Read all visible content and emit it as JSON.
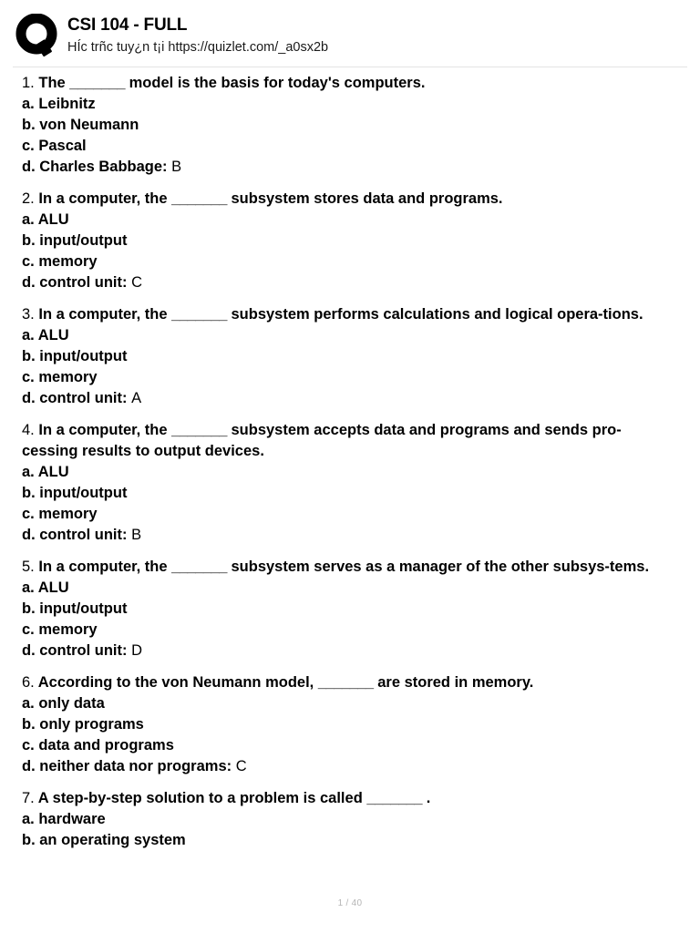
{
  "header": {
    "logo_icon": "quizlet-q-logo-icon",
    "title": "CSI 104 - FULL",
    "subtitle": "HÍc trñc tuy¿n t¡i https://quizlet.com/_a0sx2b"
  },
  "footer": {
    "page_label": "1 / 40"
  },
  "questions": [
    {
      "number": "1.",
      "prompt_before": "The",
      "blank": "_______",
      "prompt_after": "model is the basis for today's computers.",
      "options": [
        "a. Leibnitz",
        "b. von Neumann",
        "c. Pascal",
        "d. Charles Babbage:"
      ],
      "answer": "B"
    },
    {
      "number": "2.",
      "prompt_before": "In a computer, the",
      "blank": "_______",
      "prompt_after": "subsystem stores data and programs.",
      "options": [
        "a. ALU",
        "b. input/output",
        "c. memory",
        "d. control unit:"
      ],
      "answer": "C"
    },
    {
      "number": "3.",
      "prompt_before": "In a computer, the",
      "blank": "_______",
      "prompt_after": "subsystem performs calculations and logical opera-tions.",
      "options": [
        "a. ALU",
        "b. input/output",
        "c. memory",
        "d. control unit:"
      ],
      "answer": "A"
    },
    {
      "number": "4.",
      "prompt_before": "In a computer, the",
      "blank": "_______",
      "prompt_after": "subsystem accepts data and programs and sends pro-cessing results to output devices.",
      "options": [
        "a. ALU",
        "b. input/output",
        "c. memory",
        "d. control unit:"
      ],
      "answer": "B"
    },
    {
      "number": "5.",
      "prompt_before": "In a computer, the",
      "blank": "_______",
      "prompt_after": "subsystem serves as a manager of the other subsys-tems.",
      "options": [
        "a. ALU",
        "b. input/output",
        "c. memory",
        "d. control unit:"
      ],
      "answer": "D"
    },
    {
      "number": "6.",
      "prompt_before": "According to the von Neumann model,",
      "blank": "_______",
      "prompt_after": "are stored in memory.",
      "options": [
        "a. only data",
        "b. only programs",
        "c. data and programs",
        "d. neither data nor programs:"
      ],
      "answer": "C"
    },
    {
      "number": "7.",
      "prompt_before": "A step-by-step solution to a problem is called",
      "blank": "_______",
      "prompt_after": ".",
      "options": [
        "a. hardware",
        "b. an operating system"
      ],
      "answer": ""
    }
  ]
}
